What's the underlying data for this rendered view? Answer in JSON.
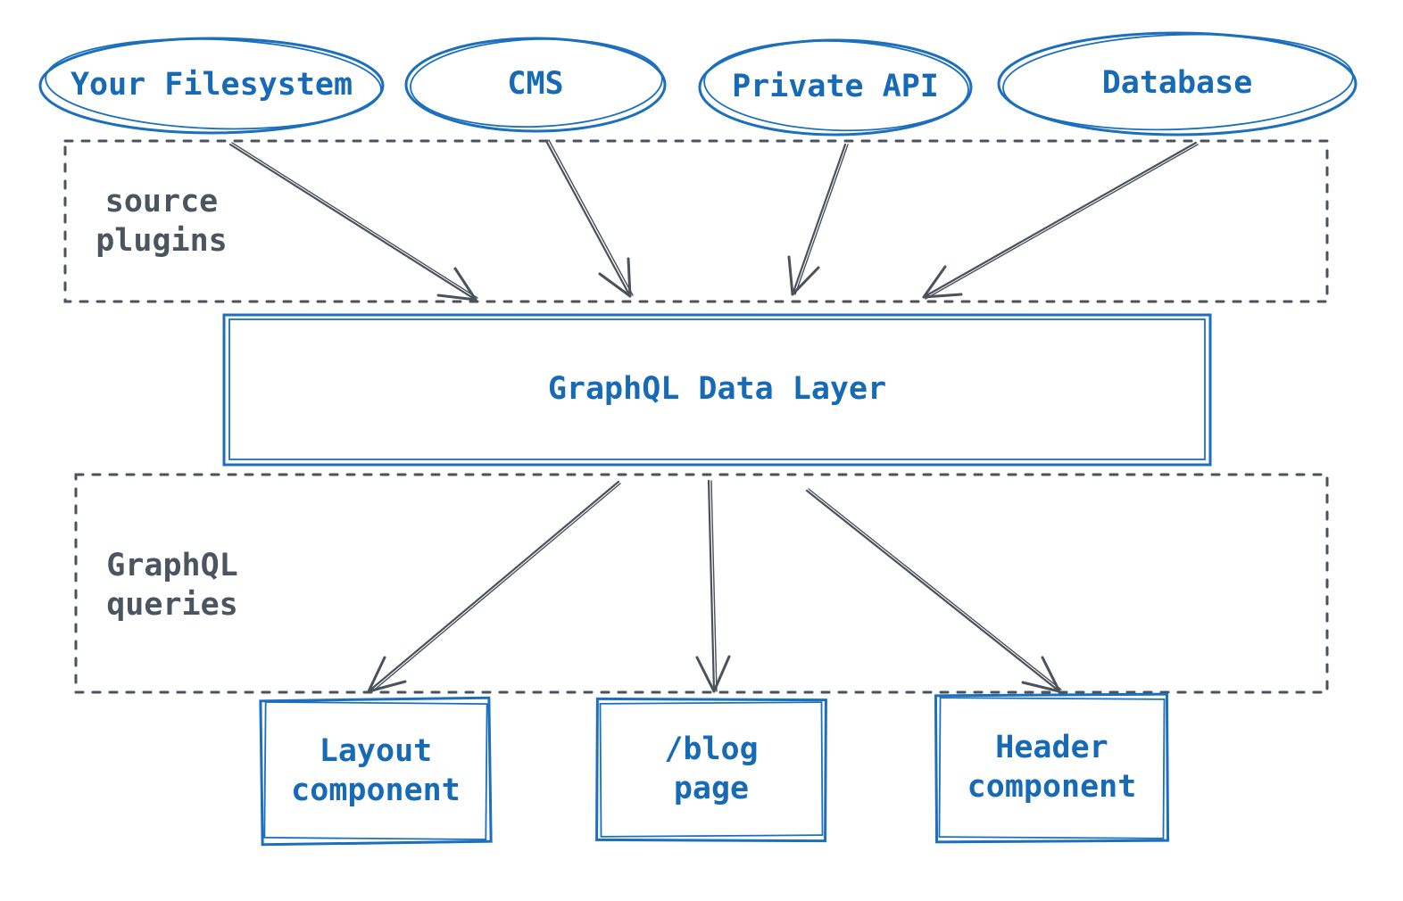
{
  "diagram": {
    "sources": [
      {
        "label": "Your Filesystem"
      },
      {
        "label": "CMS"
      },
      {
        "label": "Private API"
      },
      {
        "label": "Database"
      }
    ],
    "stages": {
      "source_plugins": "source plugins",
      "graphql_queries": "GraphQL queries"
    },
    "data_layer": {
      "label": "GraphQL Data Layer"
    },
    "outputs": [
      {
        "label": "Layout component"
      },
      {
        "label": "/blog page"
      },
      {
        "label": "Header component"
      }
    ],
    "colors": {
      "node_blue": "#176ab5",
      "annotation_gray": "#4a525c"
    }
  }
}
